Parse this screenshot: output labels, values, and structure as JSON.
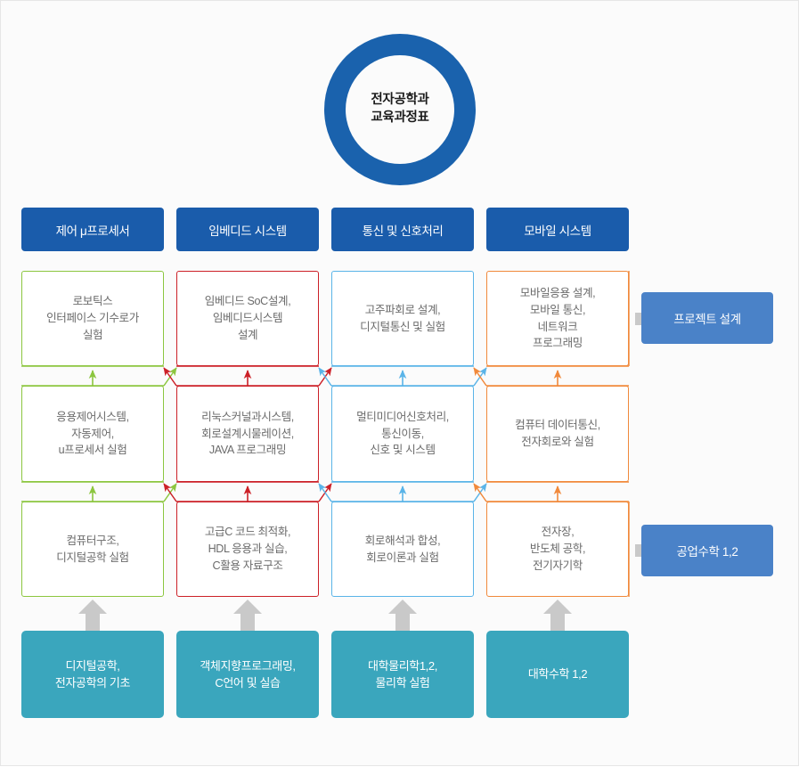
{
  "diagram": {
    "title_line1": "전자공학과",
    "title_line2": "교육과정표",
    "hub_color": "#1a62ad",
    "header_color": "#1a5cab",
    "base_color": "#3aa6bd",
    "side_color": "#4a82c8",
    "arrow_gray": "#c9c9c9"
  },
  "tracks": [
    {
      "label": "제어 μ프로세서",
      "accent": "#8cc63f"
    },
    {
      "label": "임베디드 시스템",
      "accent": "#cc2027"
    },
    {
      "label": "통신 및 신호처리",
      "accent": "#5ab4e8"
    },
    {
      "label": "모바일 시스템",
      "accent": "#f1893b"
    }
  ],
  "rows": {
    "row1": [
      {
        "lines": [
          "로보틱스",
          "인터페이스 기수로가",
          "실험"
        ]
      },
      {
        "lines": [
          "임베디드 SoC설계,",
          "임베디드시스템",
          "설계"
        ]
      },
      {
        "lines": [
          "고주파회로 설계,",
          "디지털통신 및 실험"
        ]
      },
      {
        "lines": [
          "모바일응용 설계,",
          "모바일 통신,",
          "네트워크",
          "프로그래밍"
        ]
      }
    ],
    "row2": [
      {
        "lines": [
          "응용제어시스템,",
          "자동제어,",
          "u프로세서 실험"
        ]
      },
      {
        "lines": [
          "리눅스커널과시스템,",
          "회로설계시물레이션,",
          "JAVA 프로그래밍"
        ]
      },
      {
        "lines": [
          "멀티미디어신호처리,",
          "통신이동,",
          "신호 및 시스템"
        ]
      },
      {
        "lines": [
          "컴퓨터 데이터통신,",
          "전자회로와 실험"
        ]
      }
    ],
    "row3": [
      {
        "lines": [
          "컴퓨터구조,",
          "디지털공학 실험"
        ]
      },
      {
        "lines": [
          "고급C 코드 최적화,",
          "HDL 응용과 실습,",
          "C활용 자료구조"
        ]
      },
      {
        "lines": [
          "회로해석과 합성,",
          "회로이론과 실험"
        ]
      },
      {
        "lines": [
          "전자장,",
          "반도체 공학,",
          "전기자기학"
        ]
      }
    ],
    "base": [
      {
        "lines": [
          "디지털공학,",
          "전자공학의 기초"
        ]
      },
      {
        "lines": [
          "객체지향프로그래밍,",
          "C언어 및 실습"
        ]
      },
      {
        "lines": [
          "대학물리학1,2,",
          "물리학 실험"
        ]
      },
      {
        "lines": [
          "대학수학 1,2"
        ]
      }
    ]
  },
  "side_boxes": {
    "project": "프로젝트 설계",
    "math": "공업수학 1,2"
  }
}
